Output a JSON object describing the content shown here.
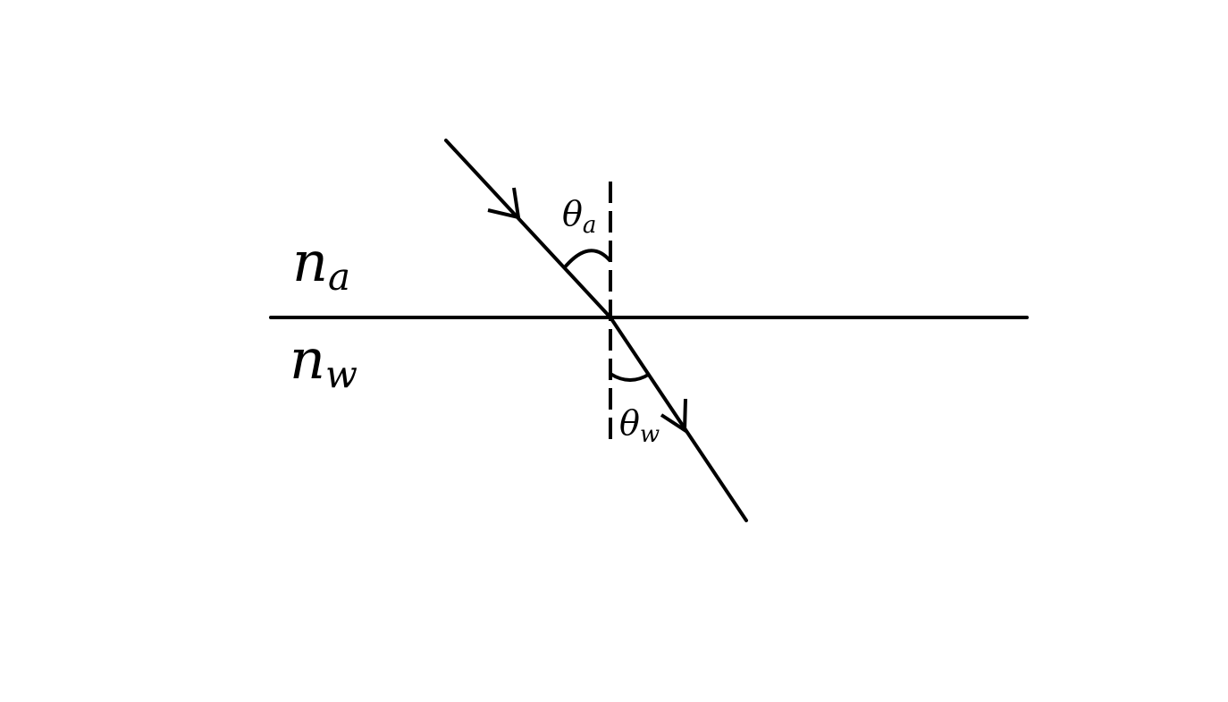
{
  "labels": {
    "medium_top": {
      "symbol": "n",
      "subscript": "a"
    },
    "medium_bottom": {
      "symbol": "n",
      "subscript": "w"
    },
    "angle_incident": {
      "symbol": "θ",
      "subscript": "a"
    },
    "angle_refracted": {
      "symbol": "θ",
      "subscript": "w"
    }
  },
  "colors": {
    "stroke": "#000000",
    "background": "#ffffff"
  }
}
